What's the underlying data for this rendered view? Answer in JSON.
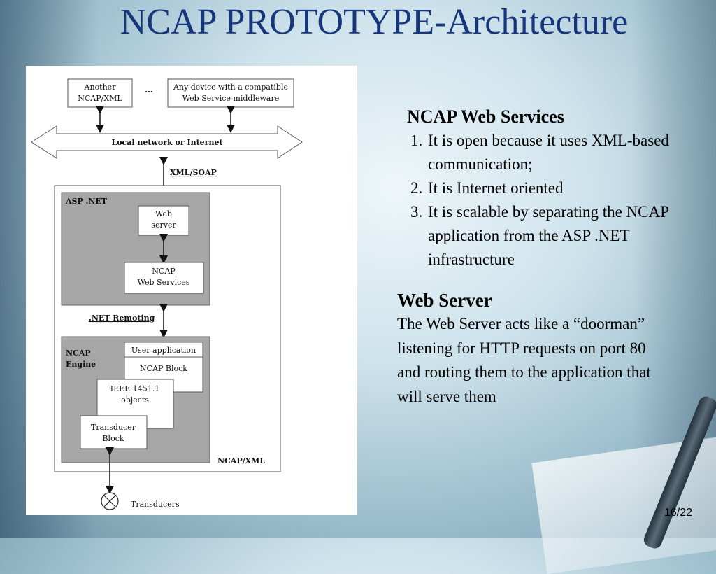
{
  "slide": {
    "title": "NCAP PROTOTYPE-Architecture",
    "page": "16/22"
  },
  "diagram": {
    "another_line1": "Another",
    "another_line2": "NCAP/XML",
    "ellipsis": "...",
    "anydevice_line1": "Any device with a compatible",
    "anydevice_line2": "Web Service middleware",
    "network_label": "Local network or Internet",
    "xml_soap_label": "XML/SOAP",
    "aspnet_label": "ASP .NET",
    "webserver_line1": "Web",
    "webserver_line2": "server",
    "ncapws_line1": "NCAP",
    "ncapws_line2": "Web Services",
    "remoting_label": ".NET Remoting",
    "engine_line1": "NCAP",
    "engine_line2": "Engine",
    "user_app_label": "User application",
    "ncap_block_label": "NCAP Block",
    "ieee_line1": "IEEE 1451.1",
    "ieee_line2": "objects",
    "transducer_line1": "Transducer",
    "transducer_line2": "Block",
    "ncapxml_label": "NCAP/XML",
    "transducers_label": "Transducers"
  },
  "web_services": {
    "heading": "NCAP Web Services",
    "items": [
      "It  is  open  because  it  uses  XML-based  communication;",
      "It  is  Internet  oriented",
      "It  is  scalable  by separating  the  NCAP  application  from  the  ASP  .NET infrastructure"
    ]
  },
  "web_server": {
    "heading": "Web Server",
    "text": "The Web Server acts like a “doorman” listening for HTTP requests on port 80 and routing them to the application that will serve them"
  }
}
